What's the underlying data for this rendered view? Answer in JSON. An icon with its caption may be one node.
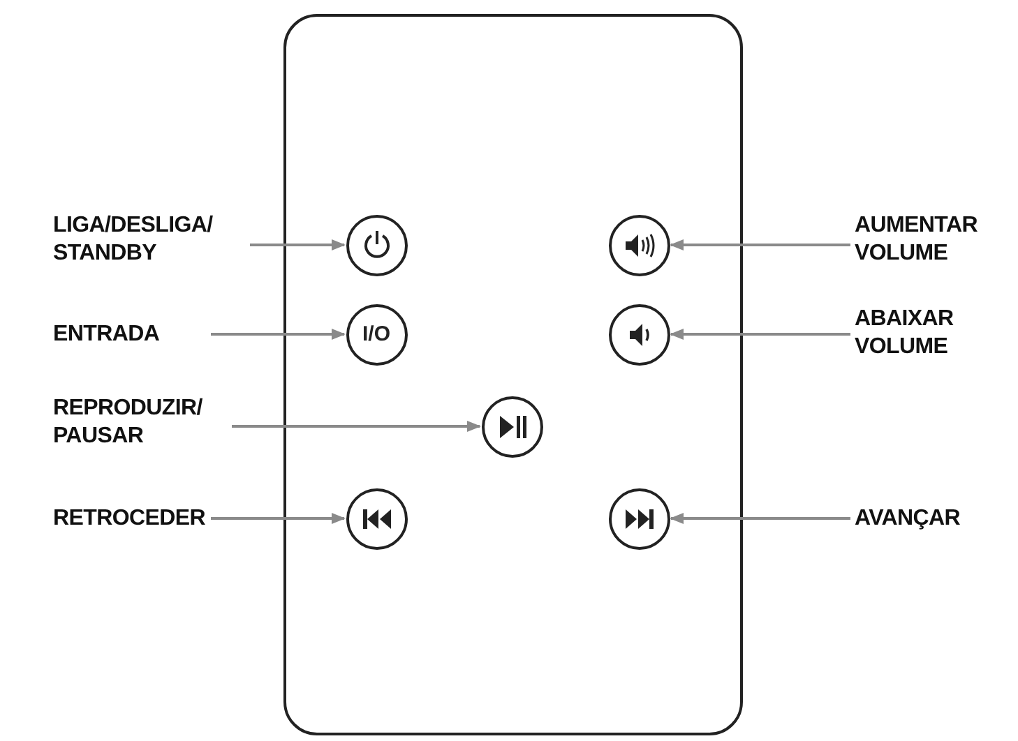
{
  "diagram": {
    "nodes": [
      {
        "text": [],
        "shape": "box"
      },
      {
        "text": [
          "LIGA/DESLIGA/ STANDBY"
        ]
      },
      {
        "text": [],
        "shape": "circle",
        "in": 0
      },
      {
        "text": [
          "AUMENTAR VOLUME"
        ]
      },
      {
        "text": [],
        "shape": "circle",
        "in": 0
      },
      {
        "text": [
          "ENTRADA"
        ]
      },
      {
        "text": [
          "I/O"
        ],
        "in": 0
      },
      {
        "text": [
          "ABAIXAR VOLUME"
        ]
      },
      {
        "text": [],
        "shape": "circle",
        "in": 0
      },
      {
        "text": [
          "REPRODUZIR/ PAUSAR"
        ]
      },
      {
        "text": [],
        "shape": "circle",
        "in": 0
      },
      {
        "text": [
          "RETROCEDER"
        ]
      },
      {
        "text": [],
        "shape": "circle",
        "in": 0
      },
      {
        "text": [
          "AVANÇAR"
        ]
      },
      {
        "text": [],
        "shape": "circle",
        "in": 0
      }
    ],
    "edges": [
      {
        "from": 1,
        "to": 2,
        "arrow": "to"
      },
      {
        "from": 3,
        "to": 4,
        "arrow": "to"
      },
      {
        "from": 5,
        "to": 6,
        "arrow": "to"
      },
      {
        "from": 7,
        "to": 8,
        "arrow": "to"
      },
      {
        "from": 9,
        "to": 10,
        "arrow": "to"
      },
      {
        "from": 11,
        "to": 12,
        "arrow": "to"
      },
      {
        "from": 13,
        "to": 14,
        "arrow": "to"
      }
    ]
  }
}
